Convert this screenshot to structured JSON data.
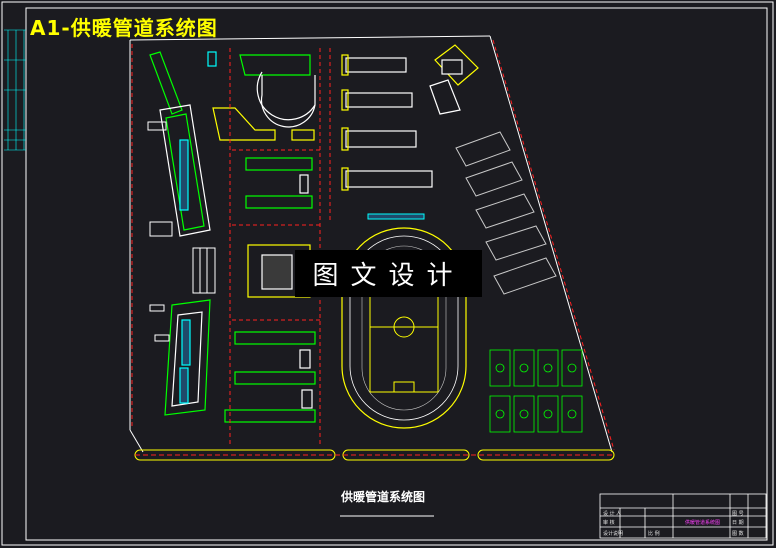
{
  "header": {
    "title": "A1-供暖管道系统图"
  },
  "watermark": {
    "text": "图文设计"
  },
  "drawing": {
    "subtitle": "供暖管道系统图"
  },
  "title_block": {
    "row1": "设 计 人",
    "row2": "审 核",
    "row3": "设计说明",
    "row3b": "比 例",
    "center": "供暖管道系统图",
    "r_label1": "图 号",
    "r_label2": "日 期",
    "r_label3": "图 数"
  },
  "colors": {
    "background": "#1b1b20",
    "border": "#ffffff",
    "building": "#ffffff",
    "green_building": "#00ff00",
    "pipe": "#ff2020",
    "track": "#ffff00",
    "field": "#00ffff",
    "court": "#00ff00",
    "accent": "#ff40ff",
    "title": "#ffff00"
  }
}
